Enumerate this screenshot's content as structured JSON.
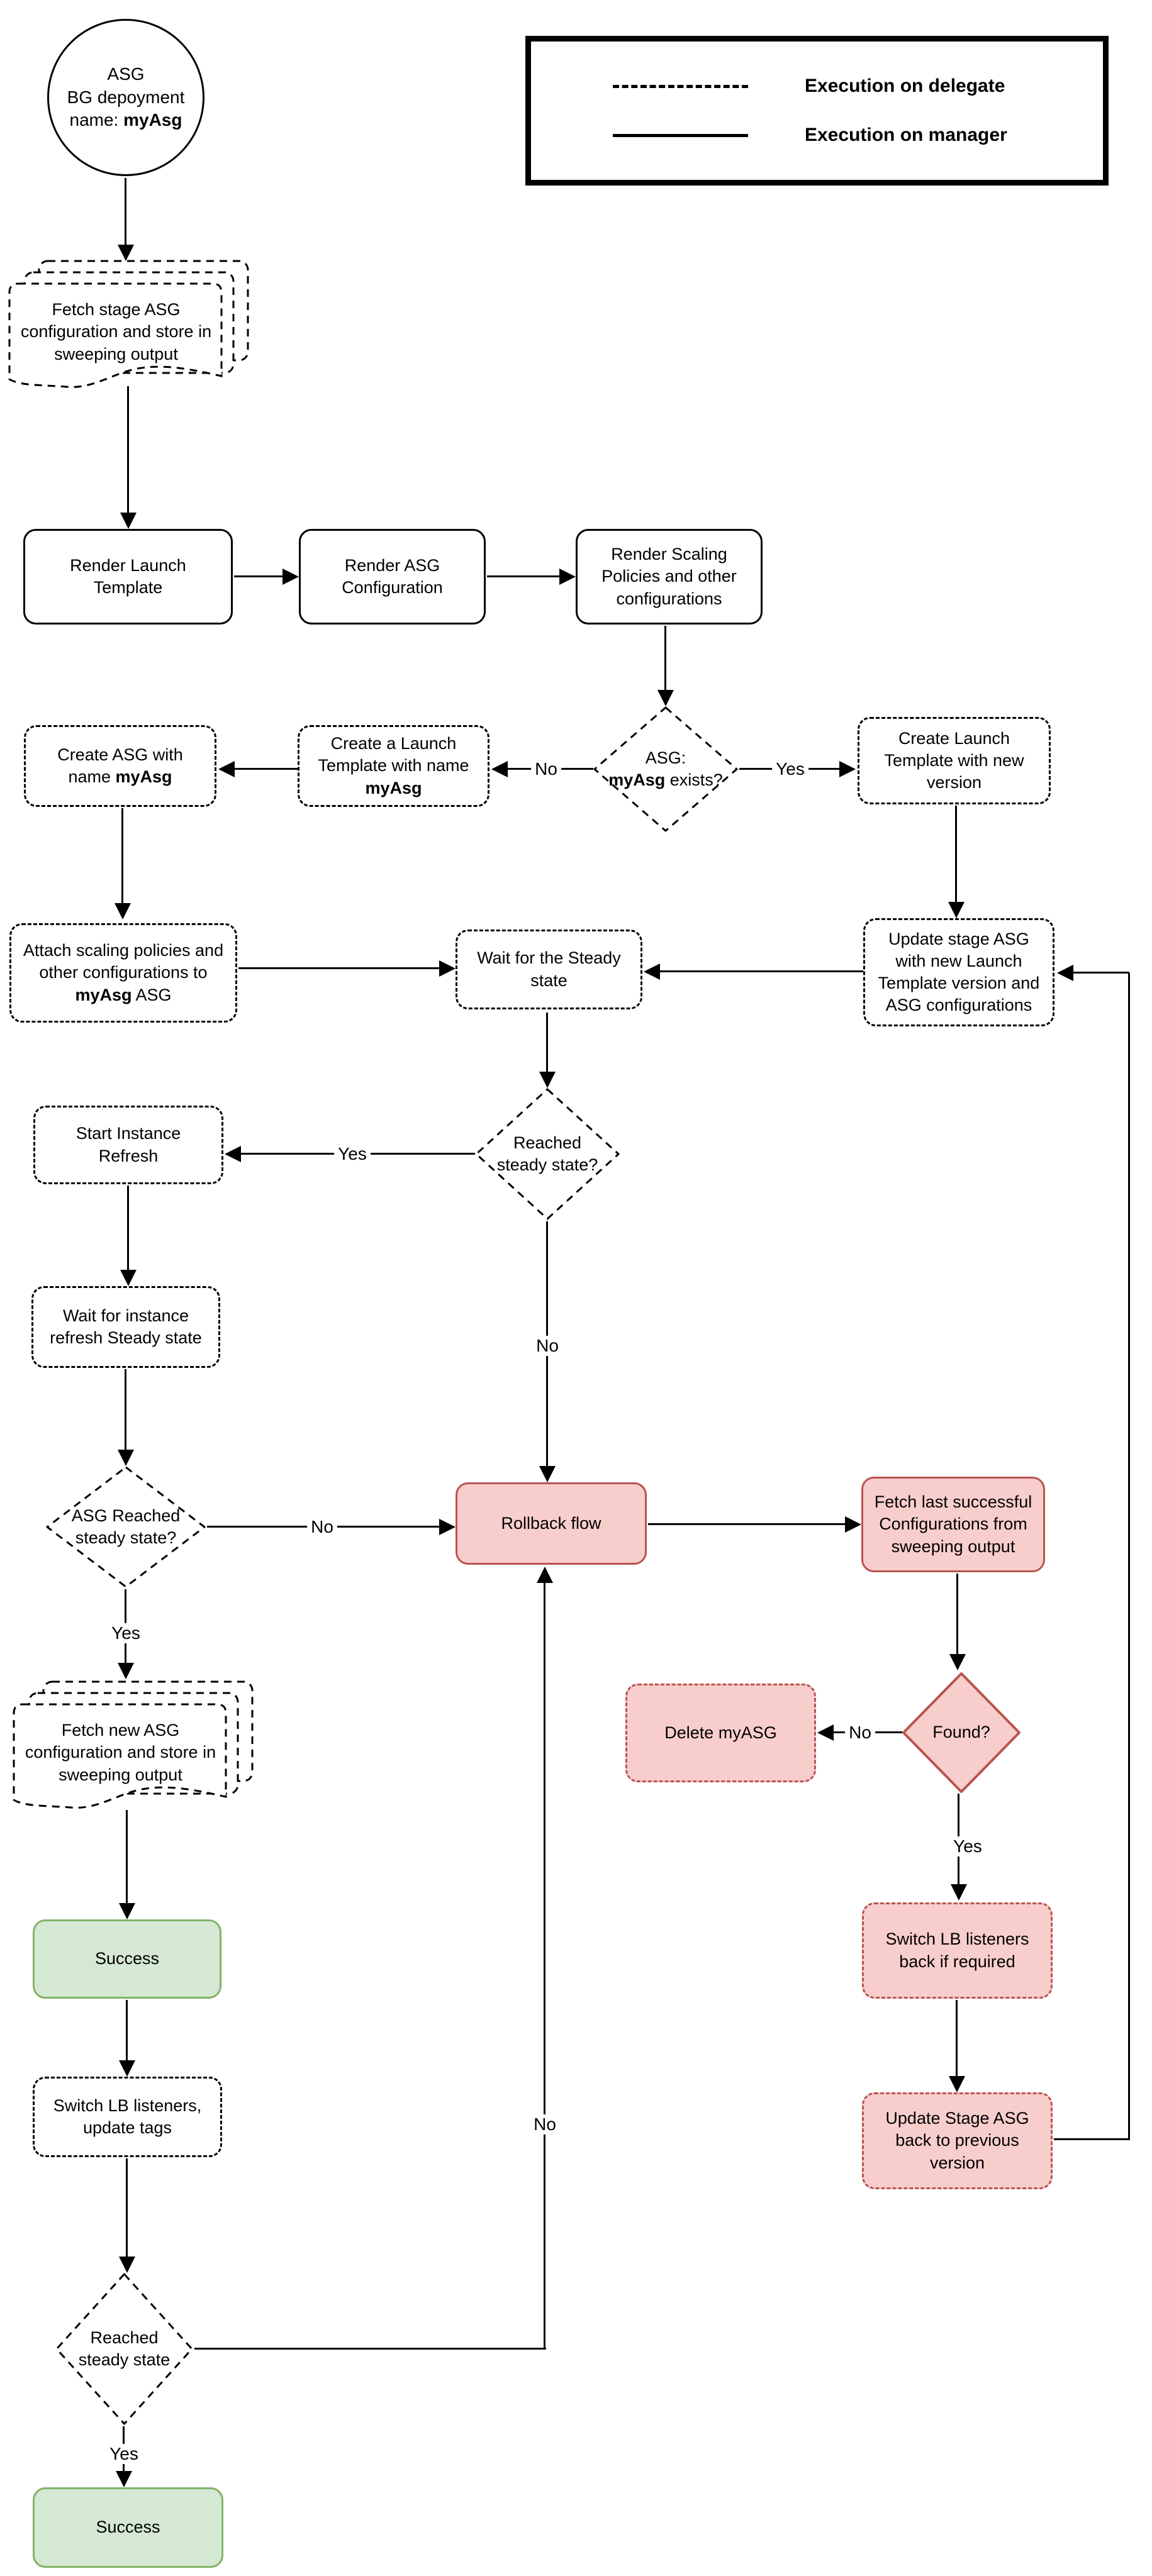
{
  "colors": {
    "pink_fill": "#f8cecc",
    "pink_border": "#b85450",
    "green_fill": "#d5e8d4",
    "green_border": "#82b366",
    "line": "#000000"
  },
  "legend": {
    "delegate_label": "Execution on delegate",
    "manager_label": "Execution on manager"
  },
  "labels": {
    "yes": "Yes",
    "no": "No"
  },
  "nodes": {
    "start": {
      "l1": "ASG",
      "l2": "BG depoyment",
      "l3": "name: ",
      "l3b": "myAsg"
    },
    "fetch_stage": "Fetch stage ASG configuration and store in sweeping output",
    "render_launch": "Render Launch Template",
    "render_asg": "Render ASG Configuration",
    "render_scaling": "Render Scaling Policies and other configurations",
    "asg_exists": {
      "l1": "ASG:",
      "b": "myAsg",
      "l2": " exists?"
    },
    "create_lt_myasg": {
      "t1": "Create a Launch Template with name ",
      "b": "myAsg"
    },
    "create_asg": {
      "t1": "Create ASG with name ",
      "b": "myAsg"
    },
    "create_lt_new": "Create Launch Template with new version",
    "attach_scaling": {
      "t1": "Attach scaling policies and other configurations to ",
      "b": "myAsg",
      "t2": " ASG"
    },
    "wait_steady": "Wait for the Steady state",
    "update_stage": "Update stage ASG with new Launch Template version and ASG configurations",
    "reached_steady_q": "Reached steady state?",
    "start_refresh": "Start Instance Refresh",
    "wait_refresh": "Wait for instance refresh Steady state",
    "asg_reached_q": "ASG Reached steady state?",
    "rollback": "Rollback flow",
    "fetch_last": "Fetch last successful Configurations from sweeping output",
    "fetch_new": "Fetch new ASG configuration and store in sweeping output",
    "delete_myasg": "Delete myASG",
    "found_q": "Found?",
    "success1": "Success",
    "switch_back": "Switch LB listeners back if required",
    "switch_tags": "Switch LB listeners, update tags",
    "update_back": "Update Stage ASG back to previous version",
    "reached_steady2": "Reached steady state",
    "success2": "Success"
  }
}
